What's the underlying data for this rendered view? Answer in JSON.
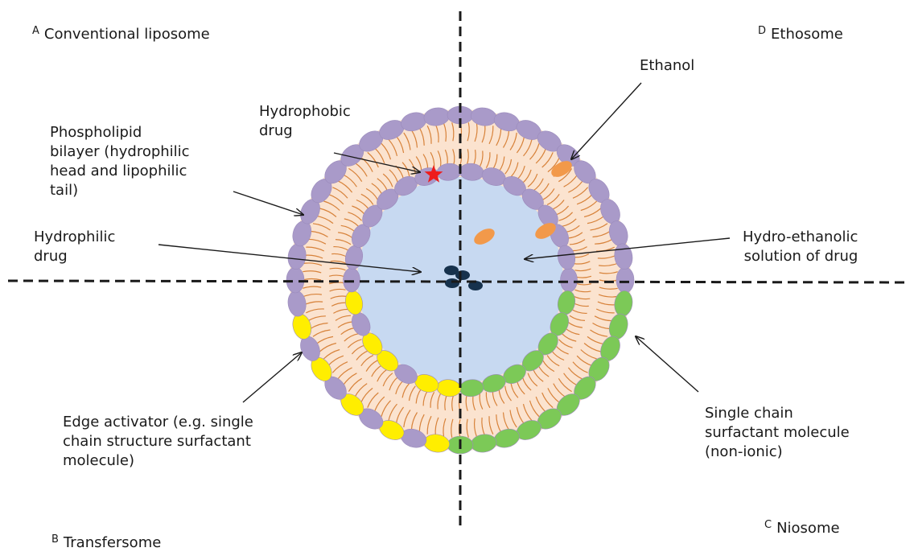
{
  "quadrants": {
    "a": {
      "letter": "A",
      "title": "Conventional liposome"
    },
    "b": {
      "letter": "B",
      "title": "Transfersome"
    },
    "c": {
      "letter": "C",
      "title": "Niosome"
    },
    "d": {
      "letter": "D",
      "title": "Ethosome"
    }
  },
  "labels": {
    "phospholipid": "Phospholipid\nbilayer (hydrophilic\nhead and lipophilic\ntail)",
    "hydrophobic": "Hydrophobic\ndrug",
    "hydrophilic": "Hydrophilic\ndrug",
    "ethanol": "Ethanol",
    "hydro_ethanolic": "Hydro-ethanolic\nsolution of drug",
    "edge_activator": "Edge activator (e.g. single\nchain structure surfactant\nmolecule)",
    "single_chain": "Single chain\nsurfactant molecule\n(non-ionic)"
  },
  "colors": {
    "phospholipid_head": "#a99ac9",
    "edge_activator": "#ffee00",
    "surfactant_head": "#7cc957",
    "ethanol": "#f2994a",
    "bilayer_fill": "#fbe3cf",
    "core_fill": "#c7d9f1",
    "tail": "#d7823a",
    "drug_star": "#ee1c1c",
    "drug_cluster": "#17324d"
  }
}
